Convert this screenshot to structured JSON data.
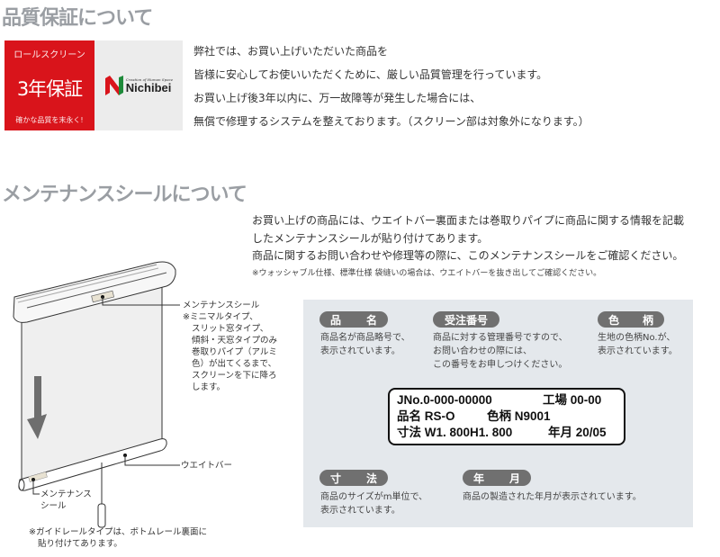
{
  "warranty_section": {
    "title": "品質保証について",
    "badge": {
      "top_text": "ロールスクリーン",
      "main_text": "3年保証",
      "bottom_text": "確かな品質を末永く!",
      "brand_tagline": "Creation of Human Space",
      "brand_name": "Nichibei",
      "badge_color": "#d9141b"
    },
    "paragraph_lines": [
      "弊社では、お買い上げいただいた商品を",
      "皆様に安心してお使いいただくために、厳しい品質管理を行っています。",
      "お買い上げ後3年以内に、万一故障等が発生した場合には、",
      "無償で修理するシステムを整えております。（スクリーン部は対象外になります。）"
    ]
  },
  "maintenance_section": {
    "title": "メンテナンスシールについて",
    "intro_lines": [
      "お買い上げの商品には、ウエイトバー裏面または巻取りパイプに商品に関する情報を記載",
      "したメンテナンスシールが貼り付けてあります。",
      "商品に関するお問い合わせや修理等の際に、このメンテナンスシールをご確認ください。"
    ],
    "intro_note": "※ウォッシャブル仕様、標準仕様 袋縫いの場合は、ウエイトバーを抜き出してご確認ください。",
    "diagram": {
      "callout_top_title": "メンテナンスシール",
      "callout_top_note_lines": [
        "※ミニマルタイプ、",
        "スリット窓タイプ、",
        "傾斜・天窓タイプのみ",
        "巻取りパイプ（アルミ",
        "色）が出てくるまで、",
        "スクリーンを下に降ろ",
        "します。"
      ],
      "callout_weightbar": "ウエイトバー",
      "callout_bottom_lines": [
        "メンテナンス",
        "シール"
      ],
      "footnote_lines": [
        "※ガイドレールタイプは、ボトムレール裏面に",
        "貼り付けてあります。"
      ]
    },
    "panel": {
      "labels": {
        "product_name": {
          "pill_a": "品",
          "pill_b": "名",
          "desc_lines": [
            "商品名が商品略号で、",
            "表示されています。"
          ]
        },
        "order_number": {
          "pill": "受注番号",
          "desc_lines": [
            "商品に対する管理番号ですので、",
            "お問い合わせの際には、",
            "この番号をお申しつけください。"
          ]
        },
        "color_pattern": {
          "pill_a": "色",
          "pill_b": "柄",
          "desc_lines": [
            "生地の色柄No.が、",
            "表示されています。"
          ]
        },
        "dimensions": {
          "pill_a": "寸",
          "pill_b": "法",
          "desc_lines": [
            "商品のサイズがm単位で、",
            "表示されています。"
          ]
        },
        "year_month": {
          "pill_a": "年",
          "pill_b": "月",
          "desc_lines": [
            "商品の製造された年月が表示されています。"
          ]
        }
      },
      "sticker": {
        "row1_jno": "JNo.0-000-00000",
        "row1_factory": "工場 00-00",
        "row2_name": "品名 RS-O",
        "row2_color": "色柄 N9001",
        "row3_size": "寸法 W1. 800H1. 800",
        "row3_date": "年月 20/05"
      },
      "panel_color": "#e4e8ec",
      "pill_color": "#707070"
    }
  }
}
